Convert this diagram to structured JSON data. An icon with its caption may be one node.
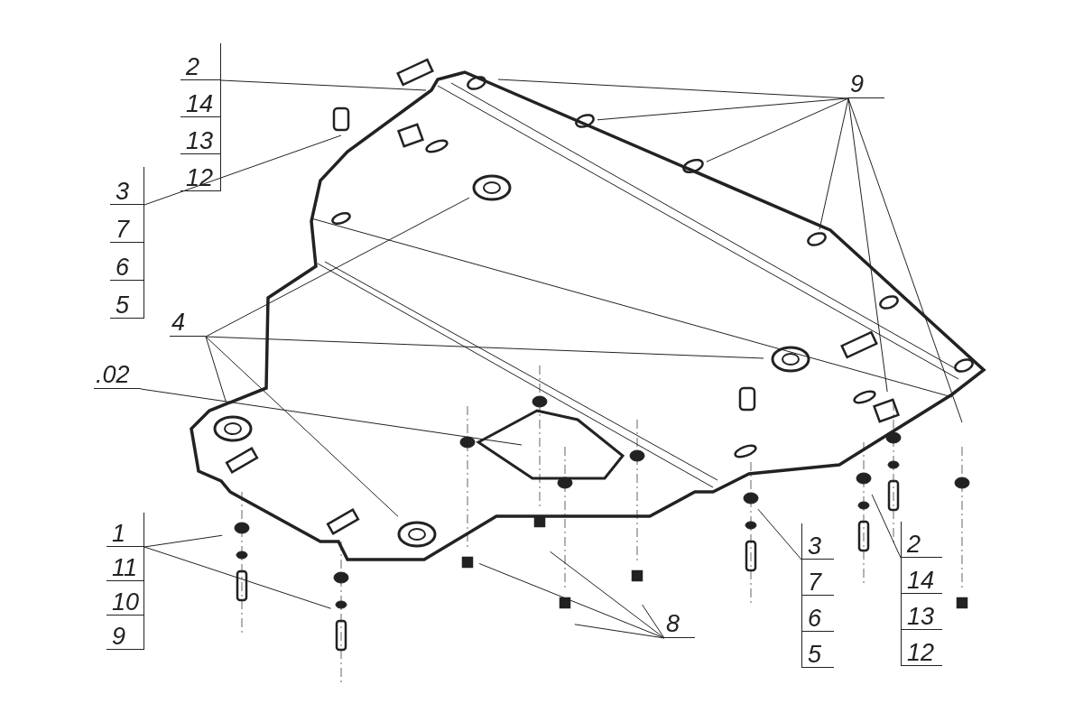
{
  "diagram": {
    "nodes": [
      {
        "text": [
          "2",
          "14",
          "13",
          "12"
        ]
      },
      {
        "text": [
          "3",
          "7",
          "6",
          "5"
        ]
      },
      {
        "text": [
          "4"
        ]
      },
      {
        "text": [
          ".02"
        ]
      },
      {
        "text": [
          "9"
        ]
      },
      {
        "text": [
          "1",
          "11",
          "10",
          "9"
        ]
      },
      {
        "text": [
          "8"
        ]
      },
      {
        "text": [
          "3",
          "7",
          "6",
          "5"
        ]
      },
      {
        "text": [
          "2",
          "14",
          "13",
          "12"
        ]
      }
    ],
    "edges": [
      {
        "from": 0,
        "to": null,
        "arrow": "none"
      },
      {
        "from": 1,
        "to": null,
        "arrow": "none"
      },
      {
        "from": 2,
        "to": null,
        "arrow": "none"
      },
      {
        "from": 2,
        "to": null,
        "arrow": "none"
      },
      {
        "from": 2,
        "to": null,
        "arrow": "none"
      },
      {
        "from": 2,
        "to": null,
        "arrow": "none"
      },
      {
        "from": 3,
        "to": null,
        "arrow": "none"
      },
      {
        "from": 4,
        "to": null,
        "arrow": "none"
      },
      {
        "from": 4,
        "to": null,
        "arrow": "none"
      },
      {
        "from": 4,
        "to": null,
        "arrow": "none"
      },
      {
        "from": 4,
        "to": null,
        "arrow": "none"
      },
      {
        "from": 4,
        "to": null,
        "arrow": "none"
      },
      {
        "from": 4,
        "to": null,
        "arrow": "none"
      },
      {
        "from": 5,
        "to": null,
        "arrow": "none"
      },
      {
        "from": 5,
        "to": null,
        "arrow": "none"
      },
      {
        "from": 6,
        "to": null,
        "arrow": "none"
      },
      {
        "from": 6,
        "to": null,
        "arrow": "none"
      },
      {
        "from": 6,
        "to": null,
        "arrow": "none"
      },
      {
        "from": 6,
        "to": null,
        "arrow": "none"
      },
      {
        "from": 7,
        "to": null,
        "arrow": "none"
      },
      {
        "from": 8,
        "to": null,
        "arrow": "none"
      }
    ]
  }
}
